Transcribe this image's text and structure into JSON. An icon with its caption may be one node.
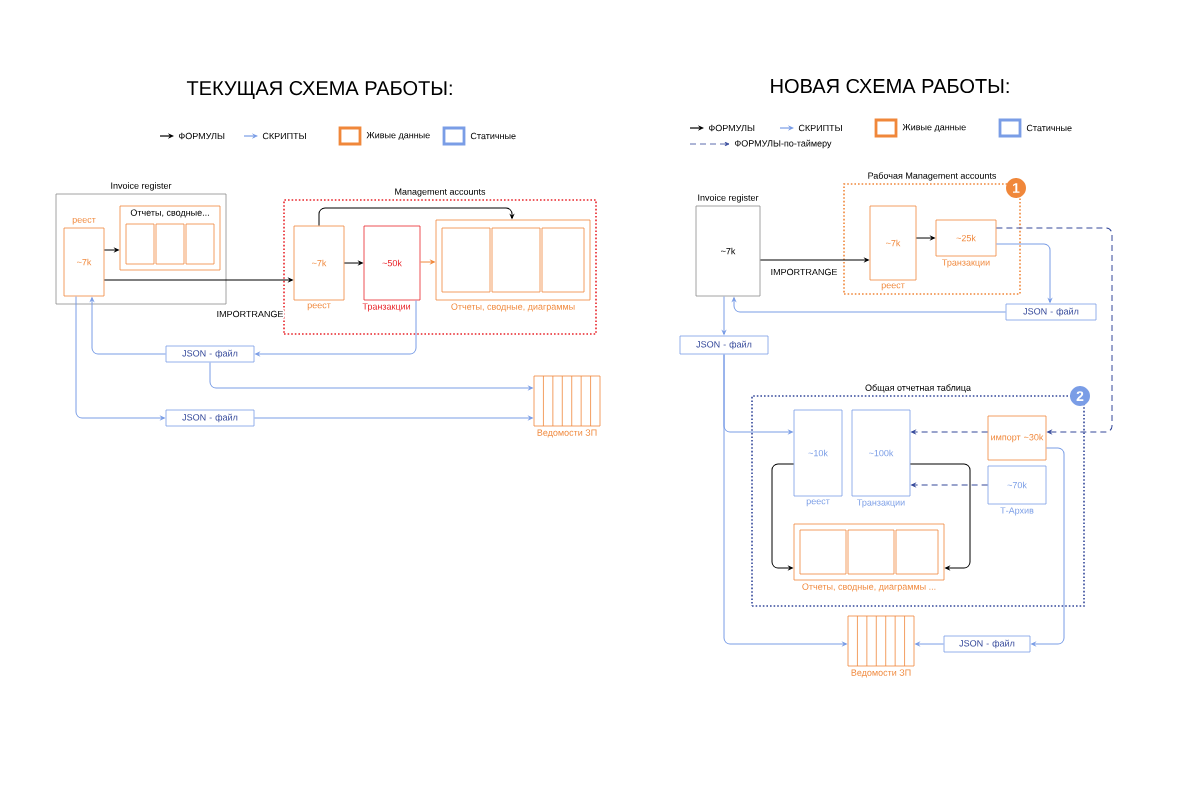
{
  "diagram": {
    "nodes": [
      {
        "text": [
          "Invoice register"
        ]
      },
      {
        "text": [
          "~7k"
        ],
        "in": 0,
        "beside": [
          "реест"
        ]
      },
      {
        "text": [
          "Отчеты, сводные..."
        ],
        "in": 0
      },
      {
        "text": [],
        "shape": "box",
        "in": 2
      },
      {
        "text": [],
        "shape": "box",
        "in": 2
      },
      {
        "text": [],
        "shape": "box",
        "in": 2
      },
      {
        "text": [
          "Management accounts"
        ]
      },
      {
        "text": [
          "~7k"
        ],
        "in": 6,
        "beside": [
          "реест"
        ]
      },
      {
        "text": [
          "~50k"
        ],
        "in": 6,
        "beside": [
          "Транзакции"
        ]
      },
      {
        "text": [
          "Отчеты, сводные, диаграммы"
        ],
        "in": 6
      },
      {
        "text": [],
        "shape": "box",
        "in": 9
      },
      {
        "text": [],
        "shape": "box",
        "in": 9
      },
      {
        "text": [],
        "shape": "box",
        "in": 9
      },
      {
        "text": [
          "JSON - файл"
        ]
      },
      {
        "text": [
          "JSON - файл"
        ]
      },
      {
        "text": [
          "Ведомости ЗП"
        ]
      },
      {
        "text": [
          "Invoice register",
          "~7k"
        ]
      },
      {
        "text": [
          "Рабочая Management accounts"
        ]
      },
      {
        "text": [
          "~7k"
        ],
        "in": 17,
        "beside": [
          "реест"
        ]
      },
      {
        "text": [
          "~25k"
        ],
        "in": 17,
        "beside": [
          "Транзакции"
        ]
      },
      {
        "text": [
          "JSON - файл"
        ]
      },
      {
        "text": [
          "JSON - файл"
        ]
      },
      {
        "text": [
          "Общая отчетная таблица"
        ]
      },
      {
        "text": [
          "~10k"
        ],
        "in": 22,
        "beside": [
          "реест"
        ]
      },
      {
        "text": [
          "~100k"
        ],
        "in": 22,
        "beside": [
          "Транзакции"
        ]
      },
      {
        "text": [
          "импорт ~30k"
        ],
        "in": 22
      },
      {
        "text": [
          "~70k"
        ],
        "in": 22,
        "beside": [
          "Т-Архив"
        ]
      },
      {
        "text": [
          "Отчеты, сводные, диаграммы ..."
        ],
        "in": 22
      },
      {
        "text": [],
        "shape": "box",
        "in": 27
      },
      {
        "text": [],
        "shape": "box",
        "in": 27
      },
      {
        "text": [],
        "shape": "box",
        "in": 27
      },
      {
        "text": [
          "Ведомости ЗП"
        ]
      },
      {
        "text": [
          "JSON - файл"
        ]
      }
    ],
    "edges": [
      {
        "from": 1,
        "to": 2,
        "arrow": "to",
        "color": "#000000"
      },
      {
        "from": 1,
        "to": 7,
        "arrow": "to",
        "label": "IMPORTRANGE",
        "color": "#000000"
      },
      {
        "from": 7,
        "to": 8,
        "arrow": "to",
        "color": "#000000"
      },
      {
        "from": 8,
        "to": 9,
        "arrow": "to",
        "color": "#f0873a"
      },
      {
        "from": 7,
        "to": 9,
        "arrow": "to",
        "color": "#000000"
      },
      {
        "from": 8,
        "to": 13,
        "arrow": "to",
        "color": "#7a9de6"
      },
      {
        "from": 13,
        "to": 1,
        "arrow": "to",
        "color": "#7a9de6"
      },
      {
        "from": 13,
        "to": 15,
        "arrow": "to",
        "color": "#7a9de6"
      },
      {
        "from": 1,
        "to": 14,
        "arrow": "to",
        "color": "#7a9de6"
      },
      {
        "from": 14,
        "to": 15,
        "arrow": "to",
        "color": "#7a9de6"
      },
      {
        "from": 16,
        "to": 18,
        "arrow": "to",
        "label": "IMPORTRANGE",
        "color": "#000000"
      },
      {
        "from": 18,
        "to": 19,
        "arrow": "to",
        "color": "#000000"
      },
      {
        "from": 19,
        "to": 20,
        "arrow": "to",
        "color": "#7a9de6"
      },
      {
        "from": 20,
        "to": 16,
        "arrow": "to",
        "color": "#7a9de6"
      },
      {
        "from": 19,
        "to": 25,
        "arrow": "to",
        "style": "dashed",
        "color": "#34489a"
      },
      {
        "from": 16,
        "to": 21,
        "arrow": "to",
        "color": "#7a9de6"
      },
      {
        "from": 21,
        "to": 23,
        "arrow": "to",
        "color": "#7a9de6"
      },
      {
        "from": 25,
        "to": 24,
        "arrow": "to",
        "style": "dashed",
        "color": "#34489a"
      },
      {
        "from": 26,
        "to": 24,
        "arrow": "to",
        "style": "dashed",
        "color": "#34489a"
      },
      {
        "from": 23,
        "to": 27,
        "arrow": "to",
        "color": "#000000"
      },
      {
        "from": 24,
        "to": 27,
        "arrow": "to",
        "color": "#000000"
      },
      {
        "from": 21,
        "to": 31,
        "arrow": "to",
        "color": "#7a9de6"
      },
      {
        "from": 25,
        "to": 32,
        "arrow": "to",
        "color": "#7a9de6"
      },
      {
        "from": 32,
        "to": 31,
        "arrow": "to",
        "color": "#7a9de6"
      }
    ],
    "labels": [
      "ТЕКУЩАЯ СХЕМА РАБОТЫ:",
      "НОВАЯ СХЕМА РАБОТЫ:",
      "1",
      "2"
    ],
    "legend": [
      {
        "text": "ФОРМУЛЫ"
      },
      {
        "text": "СКРИПТЫ"
      },
      {
        "text": "Живые данные",
        "color": "#f0873a"
      },
      {
        "text": "Статичные",
        "color": "#7a9de6"
      },
      {
        "text": "ФОРМУЛЫ"
      },
      {
        "text": "СКРИПТЫ"
      },
      {
        "text": "Живые данные",
        "color": "#f0873a"
      },
      {
        "text": "Статичные",
        "color": "#7a9de6"
      },
      {
        "text": "ФОРМУЛЫ-по-таймеру"
      }
    ]
  }
}
